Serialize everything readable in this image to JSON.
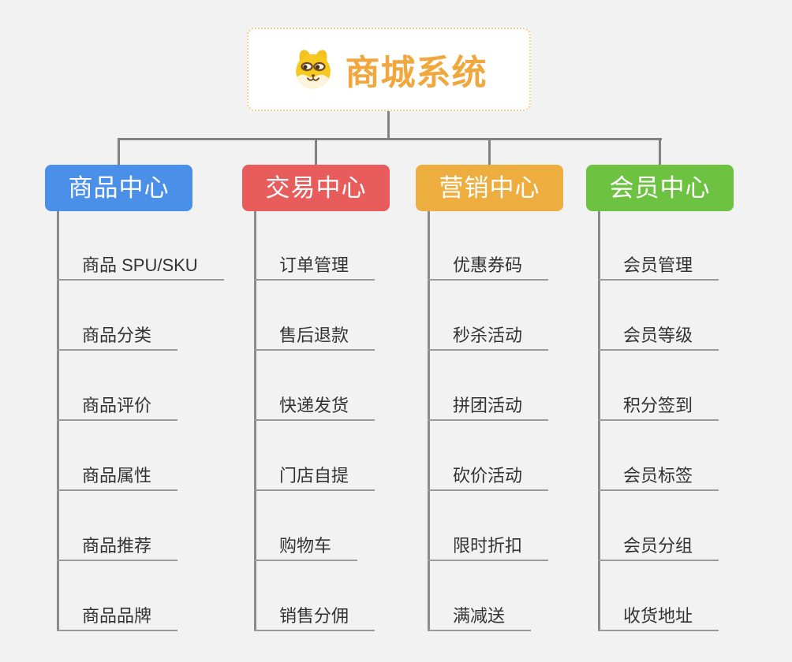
{
  "canvas": {
    "background": "#F2F2F2",
    "connector_color": "#828282",
    "underline_color": "#9B9B9B",
    "leaf_text_color": "#333333"
  },
  "root": {
    "title": "商城系统",
    "icon": "shiba-dog-face-icon",
    "title_color": "#F0A73D",
    "border_color": "#F8CE8C",
    "background": "#FFFFFF"
  },
  "branches": [
    {
      "id": "product-center",
      "label": "商品中心",
      "color": "#4A90E8",
      "items": [
        "商品 SPU/SKU",
        "商品分类",
        "商品评价",
        "商品属性",
        "商品推荐",
        "商品品牌"
      ]
    },
    {
      "id": "trade-center",
      "label": "交易中心",
      "color": "#E85C5C",
      "items": [
        "订单管理",
        "售后退款",
        "快递发货",
        "门店自提",
        "购物车",
        "销售分佣"
      ]
    },
    {
      "id": "marketing-center",
      "label": "营销中心",
      "color": "#EEAE3F",
      "items": [
        "优惠券码",
        "秒杀活动",
        "拼团活动",
        "砍价活动",
        "限时折扣",
        "满减送"
      ]
    },
    {
      "id": "member-center",
      "label": "会员中心",
      "color": "#6EC242",
      "items": [
        "会员管理",
        "会员等级",
        "积分签到",
        "会员标签",
        "会员分组",
        "收货地址"
      ]
    }
  ]
}
